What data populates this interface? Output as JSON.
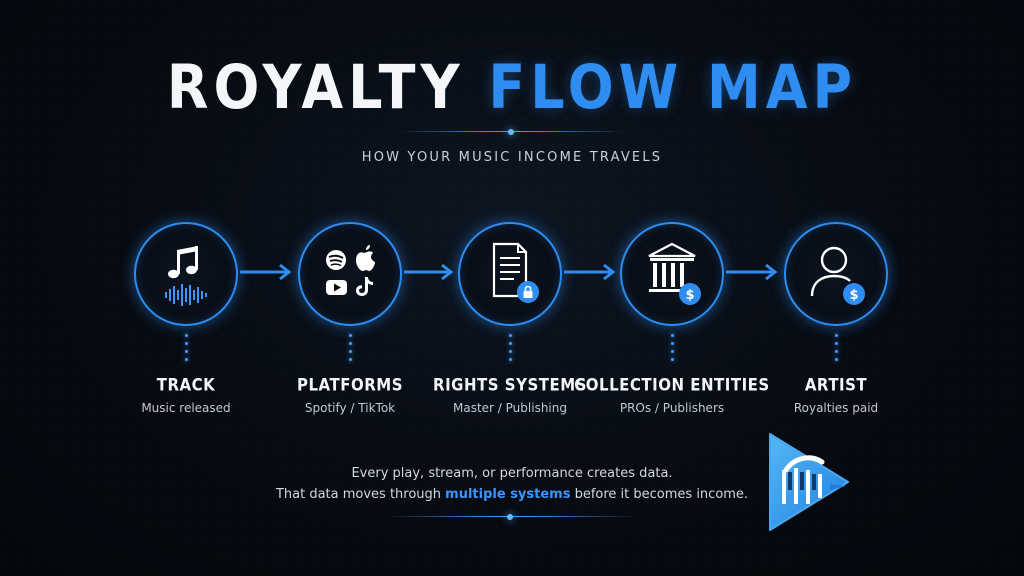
{
  "title": {
    "part1": "ROYALTY",
    "part2": "FLOW MAP"
  },
  "subtitle": "HOW YOUR MUSIC INCOME TRAVELS",
  "steps": [
    {
      "label": "TRACK",
      "sub": "Music released",
      "icons": [
        "music-note-icon",
        "soundwave-icon"
      ]
    },
    {
      "label": "PLATFORMS",
      "sub": "Spotify / TikTok",
      "icons": [
        "spotify-icon",
        "apple-icon",
        "youtube-icon",
        "tiktok-icon"
      ]
    },
    {
      "label": "RIGHTS SYSTEMS",
      "sub": "Master / Publishing",
      "icons": [
        "document-icon",
        "lock-icon"
      ]
    },
    {
      "label": "COLLECTION ENTITIES",
      "sub": "PROs / Publishers",
      "icons": [
        "bank-icon",
        "dollar-icon"
      ]
    },
    {
      "label": "ARTIST",
      "sub": "Royalties paid",
      "icons": [
        "user-icon",
        "dollar-icon"
      ]
    }
  ],
  "footer": {
    "line1": "Every play, stream, or performance creates data.",
    "line2_before": "That data moves through ",
    "line2_highlight": "multiple systems",
    "line2_after": " before it becomes income."
  },
  "colors": {
    "accent": "#2f8cf0",
    "background": "#070b12",
    "text": "#f2f5fa"
  }
}
